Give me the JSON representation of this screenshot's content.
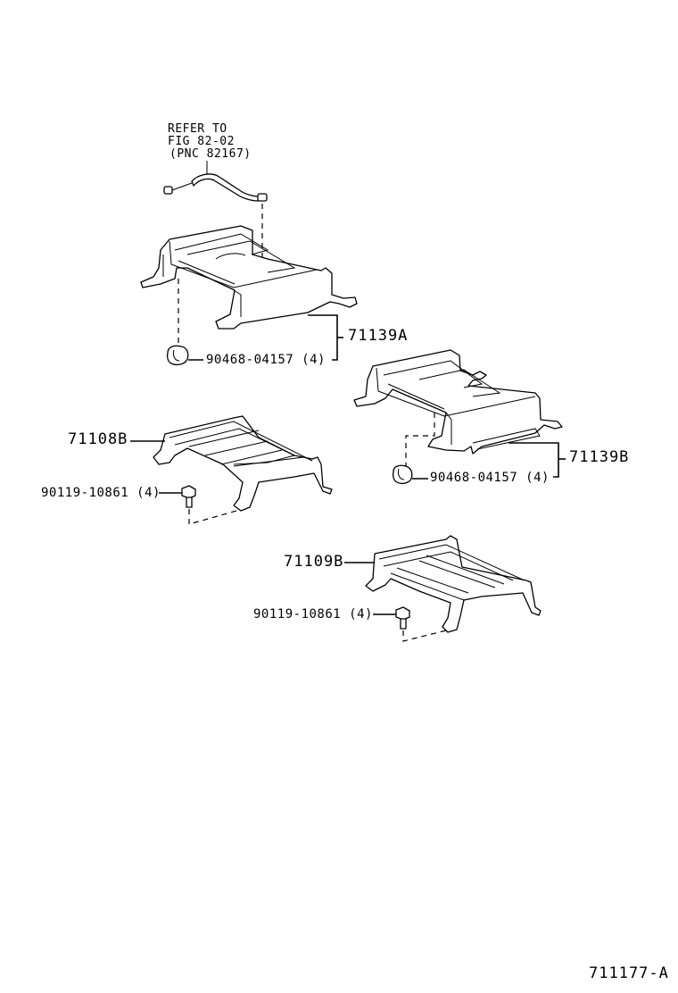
{
  "diagram": {
    "type": "exploded parts illustration",
    "figure_code": "711177-A",
    "note": {
      "line1": "REFER TO",
      "line2": "FIG 82-02",
      "line3": "(PNC 82167)"
    },
    "parts": {
      "frame_a": {
        "part_no": "71139A"
      },
      "clip_a": {
        "part_no": "90468-04157 (4)"
      },
      "frame_b": {
        "part_no": "71139B"
      },
      "clip_b": {
        "part_no": "90468-04157 (4)"
      },
      "track_a": {
        "part_no": "71108B"
      },
      "bolt_a": {
        "part_no": "90119-10861 (4)"
      },
      "track_b": {
        "part_no": "71109B"
      },
      "bolt_b": {
        "part_no": "90119-10861 (4)"
      }
    }
  }
}
